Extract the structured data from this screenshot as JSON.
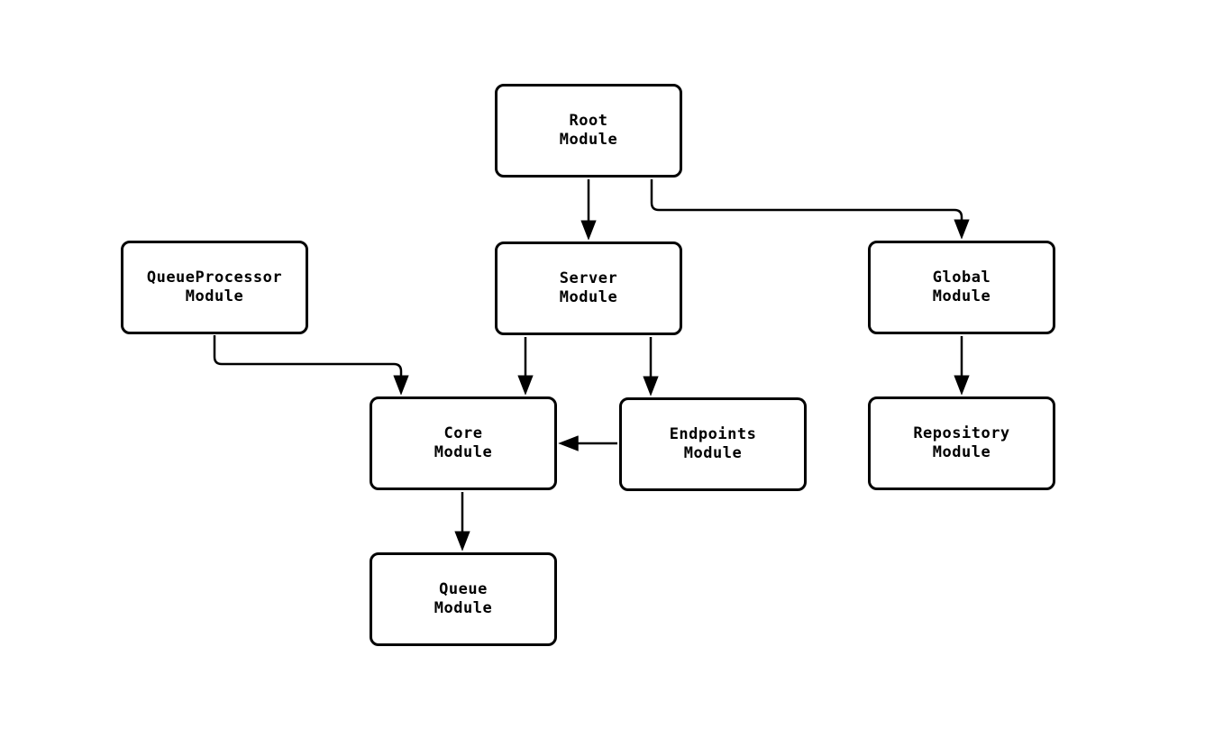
{
  "diagram": {
    "kind": "module-dependency-flowchart",
    "background_color": "#ffffff",
    "node_fill_color": "#ffffff",
    "stroke_color": "#000000",
    "nodes": [
      {
        "id": "root",
        "label": "Root\nModule"
      },
      {
        "id": "server",
        "label": "Server\nModule"
      },
      {
        "id": "queueprocessor",
        "label": "QueueProcessor\nModule"
      },
      {
        "id": "global",
        "label": "Global\nModule"
      },
      {
        "id": "core",
        "label": "Core\nModule"
      },
      {
        "id": "endpoints",
        "label": "Endpoints\nModule"
      },
      {
        "id": "repository",
        "label": "Repository\nModule"
      },
      {
        "id": "queue",
        "label": "Queue\nModule"
      }
    ],
    "edges": [
      {
        "from": "root",
        "to": "server"
      },
      {
        "from": "root",
        "to": "global"
      },
      {
        "from": "queueprocessor",
        "to": "core"
      },
      {
        "from": "server",
        "to": "core"
      },
      {
        "from": "server",
        "to": "endpoints"
      },
      {
        "from": "endpoints",
        "to": "core"
      },
      {
        "from": "global",
        "to": "repository"
      },
      {
        "from": "core",
        "to": "queue"
      }
    ]
  }
}
